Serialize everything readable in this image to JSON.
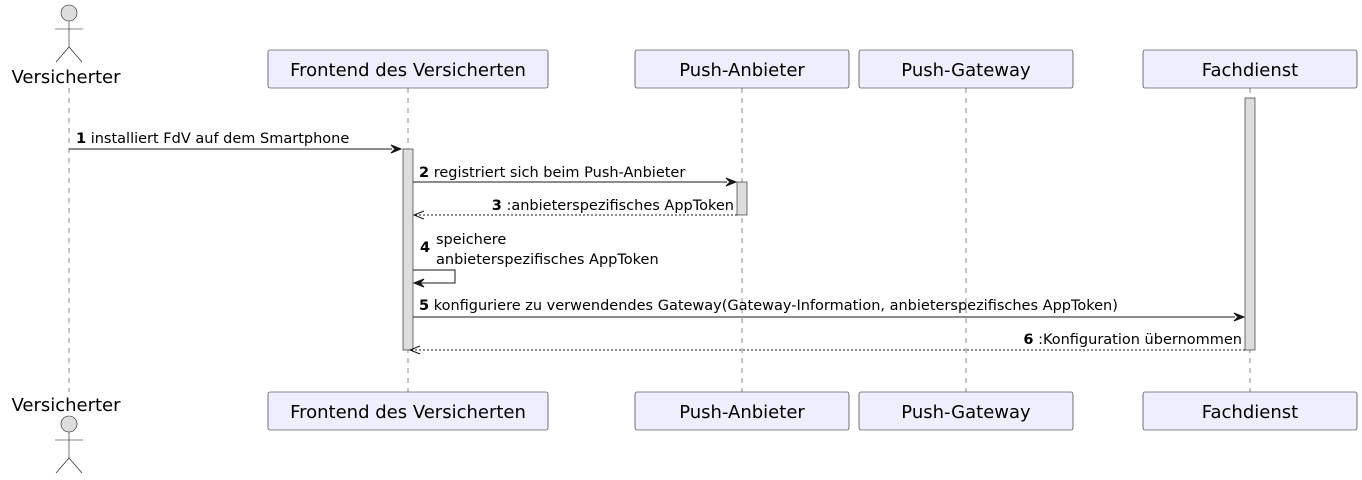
{
  "participants": [
    {
      "id": "versicherter",
      "label": "Versicherter",
      "kind": "actor"
    },
    {
      "id": "fdv",
      "label": "Frontend des Versicherten",
      "kind": "participant"
    },
    {
      "id": "push_anbieter",
      "label": "Push-Anbieter",
      "kind": "participant"
    },
    {
      "id": "push_gateway",
      "label": "Push-Gateway",
      "kind": "participant"
    },
    {
      "id": "fachdienst",
      "label": "Fachdienst",
      "kind": "participant"
    }
  ],
  "messages": [
    {
      "num": "1",
      "text": "installiert FdV auf dem Smartphone",
      "from": "versicherter",
      "to": "fdv",
      "style": "solid"
    },
    {
      "num": "2",
      "text": "registriert sich beim Push-Anbieter",
      "from": "fdv",
      "to": "push_anbieter",
      "style": "solid"
    },
    {
      "num": "3",
      "text": ":anbieterspezifisches AppToken",
      "from": "push_anbieter",
      "to": "fdv",
      "style": "dashed"
    },
    {
      "num": "4",
      "text_lines": [
        "speichere",
        "anbieterspezifisches AppToken"
      ],
      "from": "fdv",
      "to": "fdv",
      "style": "solid"
    },
    {
      "num": "5",
      "text": "konfiguriere zu verwendendes Gateway(Gateway-Information, anbieterspezifisches AppToken)",
      "from": "fdv",
      "to": "fachdienst",
      "style": "solid"
    },
    {
      "num": "6",
      "text": ":Konfiguration übernommen",
      "from": "fachdienst",
      "to": "fdv",
      "style": "dashed"
    }
  ]
}
